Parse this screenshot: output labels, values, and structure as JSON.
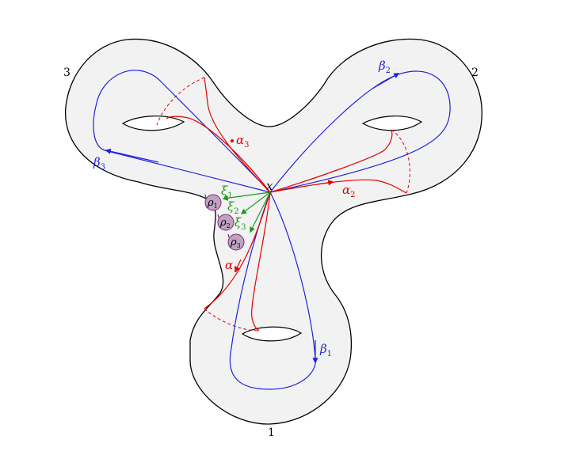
{
  "colors": {
    "surface_fill": "#f2f2f2",
    "outline": "#000000",
    "alpha": "#e00000",
    "beta": "#1f1fe0",
    "xi": "#1a9a1a",
    "rho_fill": "#bfa3bf",
    "rho_stroke": "#7a2a7a"
  },
  "boundary_labels": {
    "b1": "1",
    "b2": "2",
    "b3": "3"
  },
  "basepoint": "x",
  "alpha": {
    "a1": {
      "base": "α",
      "sub": "1"
    },
    "a2": {
      "base": "α",
      "sub": "2"
    },
    "a3": {
      "base": "α",
      "sub": "3"
    }
  },
  "beta": {
    "b1": {
      "base": "β",
      "sub": "1"
    },
    "b2": {
      "base": "β",
      "sub": "2"
    },
    "b3": {
      "base": "β",
      "sub": "3"
    }
  },
  "xi": {
    "x1": {
      "base": "ξ",
      "sub": "1"
    },
    "x2": {
      "base": "ξ",
      "sub": "2"
    },
    "x3": {
      "base": "ξ",
      "sub": "3"
    }
  },
  "rho": {
    "r1": {
      "base": "ρ",
      "sub": "1"
    },
    "r2": {
      "base": "ρ",
      "sub": "2"
    },
    "r3": {
      "base": "ρ",
      "sub": "3"
    }
  }
}
